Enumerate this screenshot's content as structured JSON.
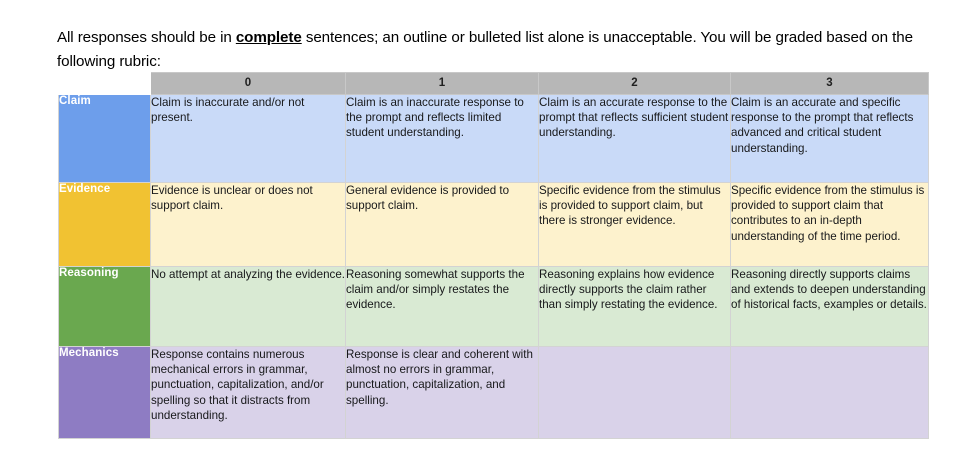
{
  "document": {
    "intro": {
      "before": "All responses should be in ",
      "emphasis": "complete",
      "after": " sentences; an outline or bulleted list alone is unacceptable. You will be graded based on the following rubric:"
    }
  },
  "rubric": {
    "corner_label": "",
    "score_headers": [
      "0",
      "1",
      "2",
      "3"
    ],
    "colors": {
      "header_bg": "#b7b7b7",
      "claim_label_bg": "#6d9eeb",
      "claim_cell_bg": "#c9daf8",
      "evidence_label_bg": "#f1c232",
      "evidence_cell_bg": "#fdf2cd",
      "reasoning_label_bg": "#6aa84f",
      "reasoning_cell_bg": "#d9ead3",
      "mechanics_label_bg": "#8e7cc3",
      "mechanics_cell_bg": "#d9d2e9",
      "label_text": "#ffffff",
      "body_text": "#17181a"
    },
    "rows": [
      {
        "criterion": "Claim",
        "cells": [
          "Claim is inaccurate and/or not present.",
          "Claim is an inaccurate response to the prompt and reflects limited student understanding.",
          "Claim is an accurate response to the prompt that reflects sufficient student understanding.",
          "Claim is an accurate and specific response to the prompt that reflects advanced and critical student understanding."
        ]
      },
      {
        "criterion": "Evidence",
        "cells": [
          "Evidence is unclear or does not support claim.",
          "General evidence is provided to support claim.",
          "Specific evidence from the stimulus is provided to support claim, but there is stronger evidence.",
          "Specific evidence from the stimulus is provided to support claim that contributes to an in-depth understanding of the time period."
        ]
      },
      {
        "criterion": "Reasoning",
        "cells": [
          "No attempt at analyzing the evidence.",
          "Reasoning somewhat supports the claim and/or simply restates the evidence.",
          "Reasoning explains how evidence directly supports the claim rather than simply restating the evidence.",
          "Reasoning directly supports claims and extends to deepen understanding of historical facts, examples or details."
        ]
      },
      {
        "criterion": "Mechanics",
        "cells": [
          "Response contains numerous mechanical errors in grammar, punctuation, capitalization, and/or spelling so that it distracts from understanding.",
          "Response is clear and coherent with almost no errors in grammar, punctuation, capitalization, and spelling.",
          "",
          ""
        ]
      }
    ]
  }
}
